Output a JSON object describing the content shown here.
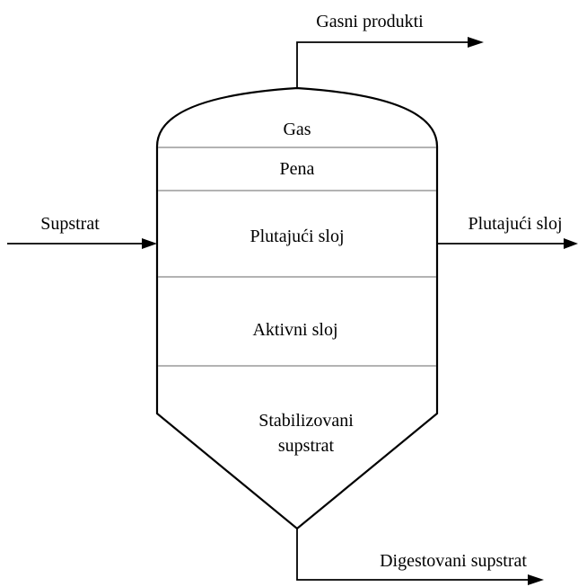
{
  "diagram": {
    "layers": [
      {
        "label": "Gas"
      },
      {
        "label": "Pena"
      },
      {
        "label": "Plutajući sloj"
      },
      {
        "label": "Aktivni sloj"
      },
      {
        "label_line1": "Stabilizovani",
        "label_line2": "supstrat"
      }
    ],
    "flows": {
      "input": "Supstrat",
      "top_output": "Gasni produkti",
      "side_output": "Plutajući sloj",
      "bottom_output": "Digestovani supstrat"
    }
  }
}
